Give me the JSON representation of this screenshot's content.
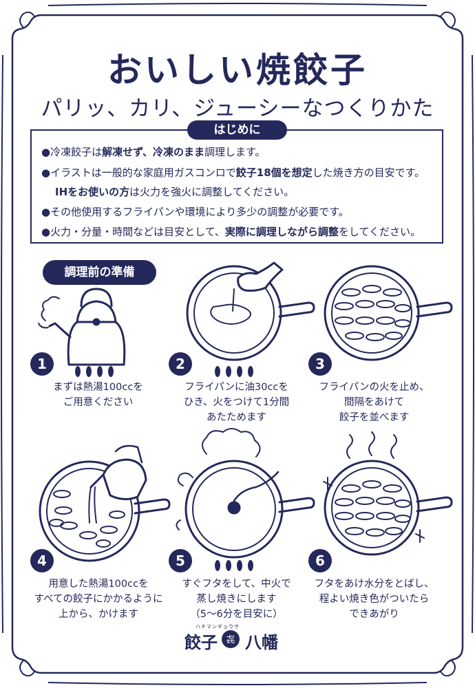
{
  "title": "おいしい焼餃子",
  "subtitle": "パリッ、カリ、ジューシーなつくりかた",
  "intro": {
    "heading": "はじめに",
    "lines": [
      [
        {
          "t": "●冷凍餃子は",
          "b": false
        },
        {
          "t": "解凍せず、冷凍のまま",
          "b": true
        },
        {
          "t": "調理します。",
          "b": false
        }
      ],
      [
        {
          "t": "●イラストは一般的な家庭用ガスコンロで",
          "b": false
        },
        {
          "t": "餃子18個を想定",
          "b": true
        },
        {
          "t": "した焼き方の目安です。",
          "b": false
        }
      ],
      [
        {
          "t": "IHをお使いの方",
          "b": true
        },
        {
          "t": "は火力を強火に調整してください。",
          "b": false
        }
      ],
      [
        {
          "t": "●その他使用するフライパンや環境により多少の調整が必要です。",
          "b": false
        }
      ],
      [
        {
          "t": "●火力・分量・時間などは目安として、",
          "b": false
        },
        {
          "t": "実際に調理しながら調整",
          "b": true
        },
        {
          "t": "をしてください。",
          "b": false
        }
      ]
    ]
  },
  "prep_heading": "調理前の準備",
  "steps": [
    {
      "num": "1",
      "lines": [
        "まずは熱湯100ccを",
        "ご用意ください"
      ]
    },
    {
      "num": "2",
      "lines": [
        "フライパンに油30ccを",
        "ひき、火をつけて1分間",
        "あたためます"
      ]
    },
    {
      "num": "3",
      "lines": [
        "フライパンの火を止め、",
        "間隔をあけて",
        "餃子を並べます"
      ]
    },
    {
      "num": "4",
      "lines": [
        "用意した熱湯100ccを",
        "すべての餃子にかかるように",
        "上から、かけます"
      ]
    },
    {
      "num": "5",
      "lines": [
        "すぐフタをして、中火で",
        "蒸し焼きにします",
        "（5～6分を目安に）"
      ]
    },
    {
      "num": "6",
      "lines": [
        "フタをあけ水分をとばし、",
        "程よい焼き色がついたら",
        "できあがり"
      ]
    }
  ],
  "logo": {
    "left": "餃子",
    "center": "㐂",
    "right": "八幡",
    "ruby": "ハチマンギョウザ"
  },
  "colors": {
    "ink": "#24285a",
    "paper": "#ffffff"
  }
}
